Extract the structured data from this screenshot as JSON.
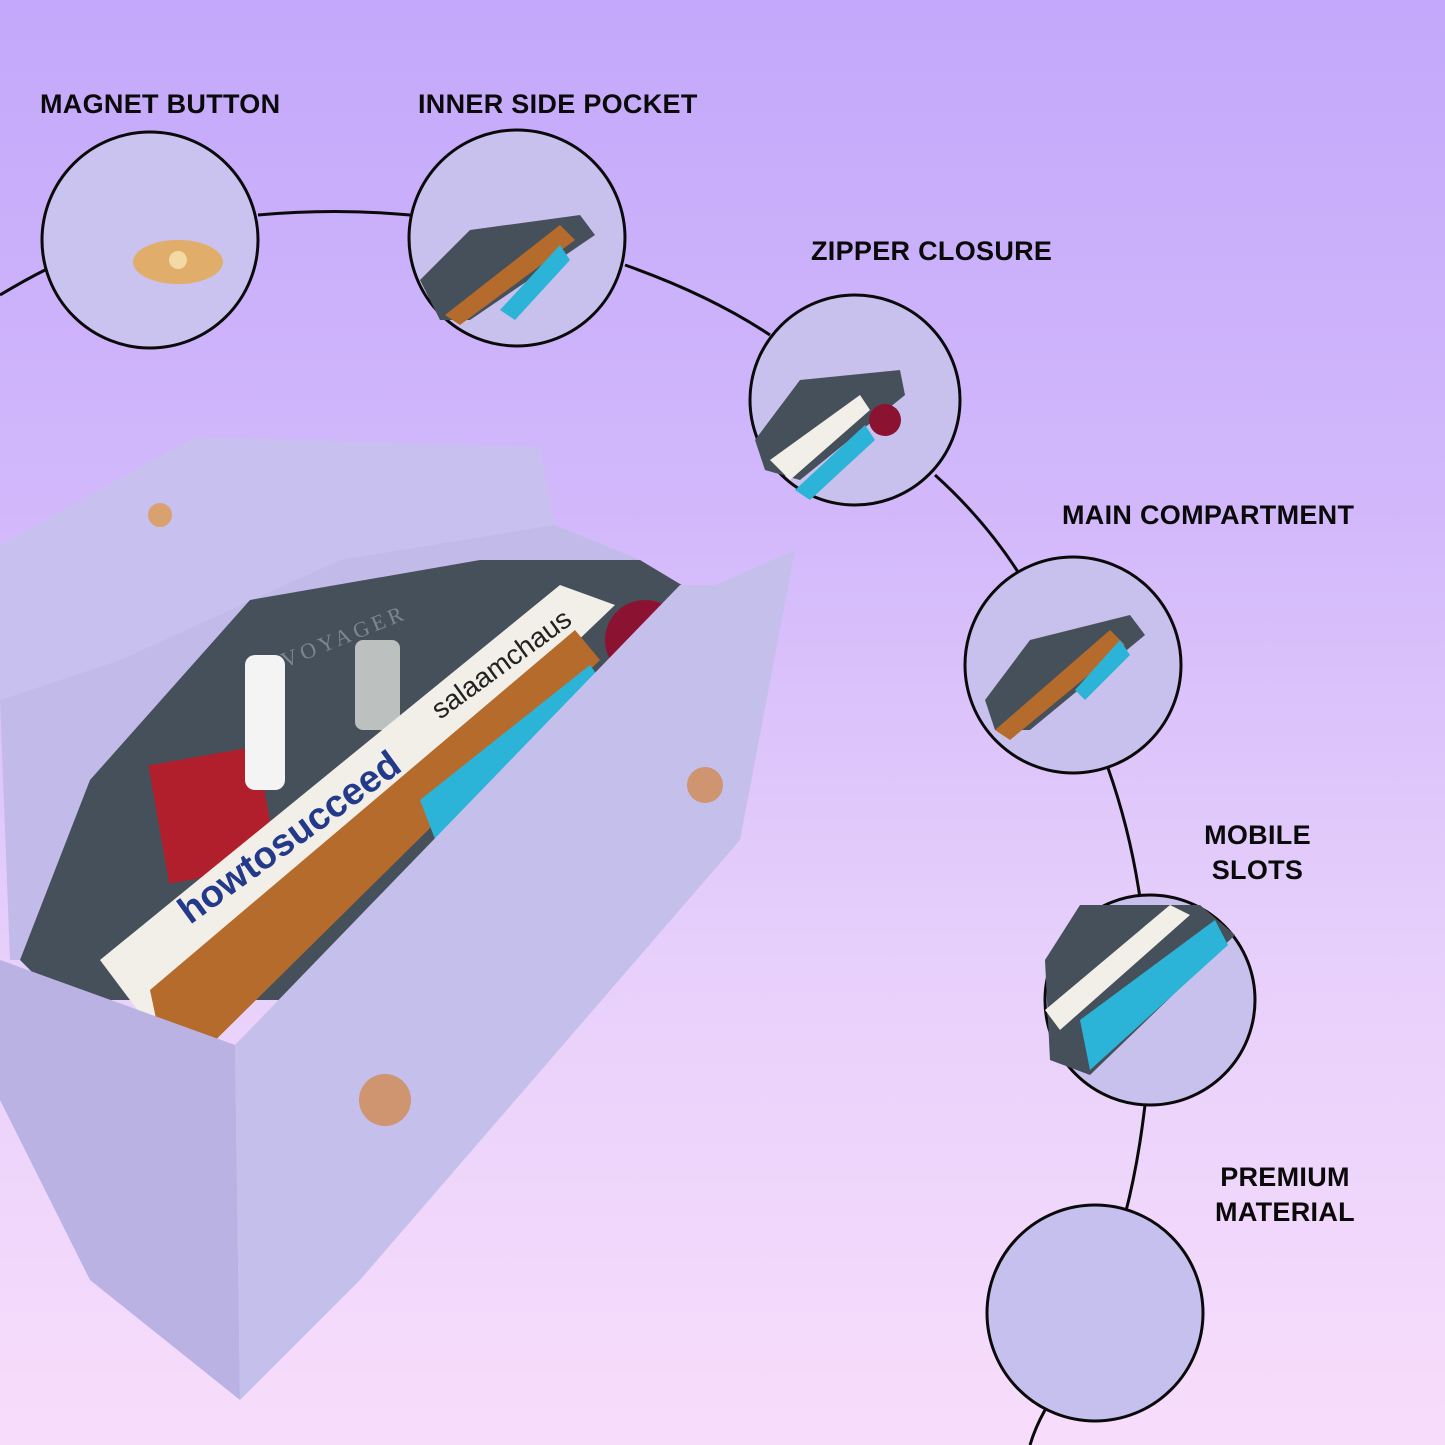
{
  "features": [
    {
      "label": "MAGNET BUTTON"
    },
    {
      "label": "INNER SIDE POCKET"
    },
    {
      "label": "ZIPPER CLOSURE"
    },
    {
      "label": "MAIN COMPARTMENT"
    },
    {
      "label_line1": "MOBILE",
      "label_line2": "SLOTS"
    },
    {
      "label_line1": "PREMIUM",
      "label_line2": "MATERIAL"
    }
  ],
  "product": {
    "book_title_1": "howtosucceed",
    "book_title_2": "salaamchaus",
    "brand_mark": "VOYAGER"
  },
  "colors": {
    "bag": "#c9c2ee",
    "line": "#0a0a0a",
    "lining": "#46505a",
    "phone": "#2bb4d8"
  }
}
